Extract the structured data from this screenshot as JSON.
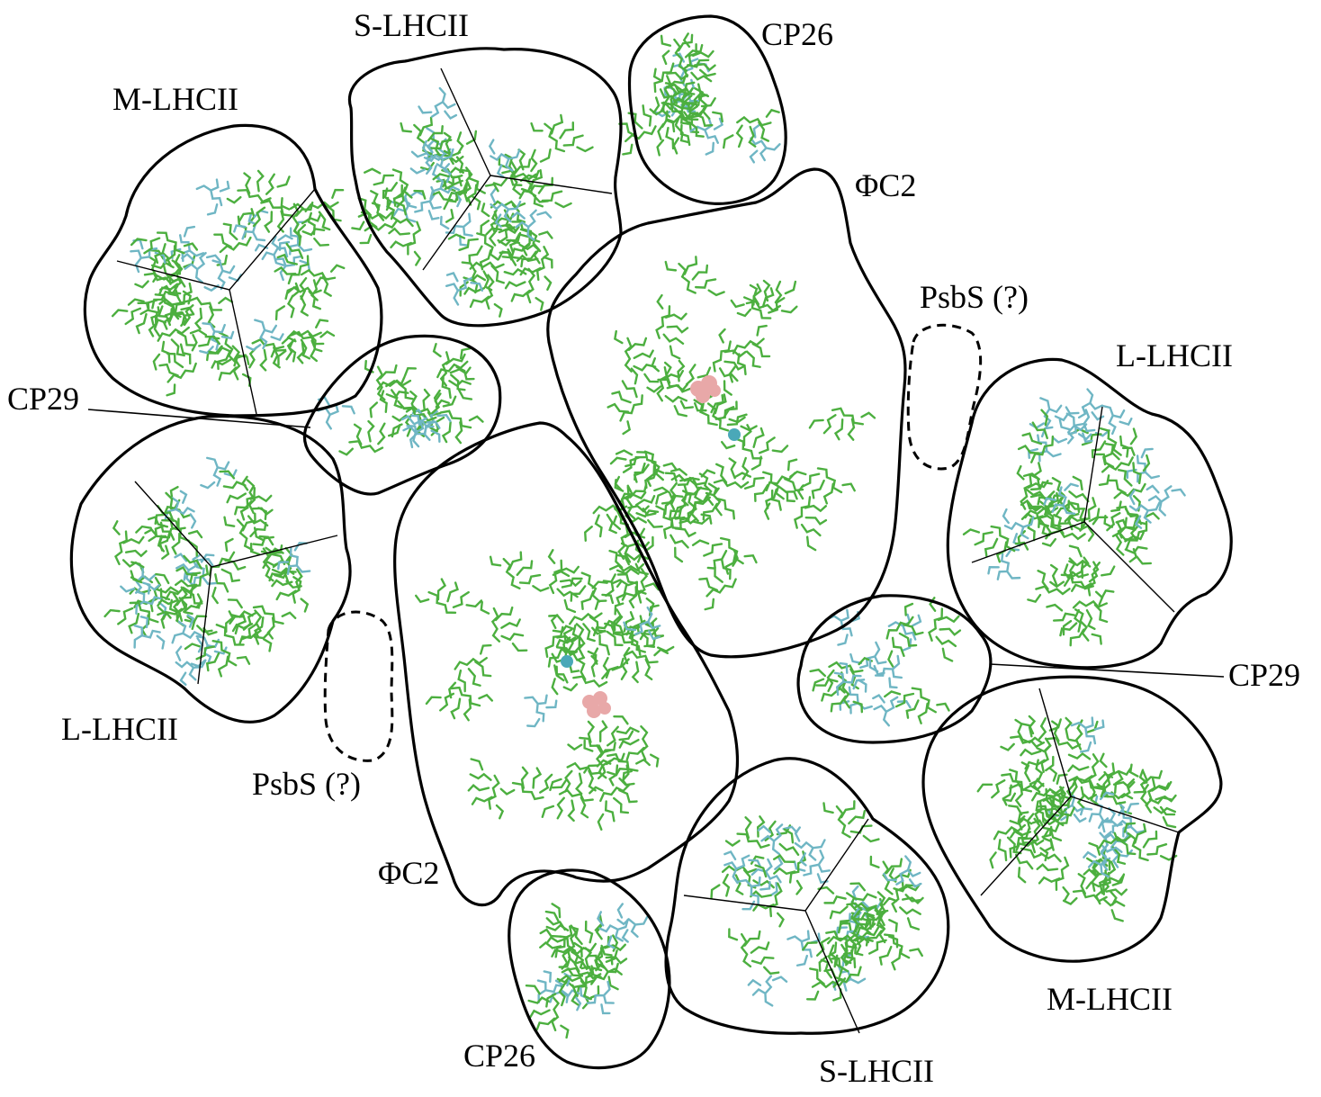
{
  "labels": {
    "s_lhcii_top": "S-LHCII",
    "cp26_top": "CP26",
    "m_lhcii_left": "M-LHCII",
    "phic2_top": "ΦC2",
    "psbs_right": "PsbS (?)",
    "l_lhcii_right": "L-LHCII",
    "cp29_left": "CP29",
    "l_lhcii_left": "L-LHCII",
    "psbs_left": "PsbS (?)",
    "cp29_right": "CP29",
    "phic2_bottom": "ΦC2",
    "m_lhcii_right": "M-LHCII",
    "cp26_bottom": "CP26",
    "s_lhcii_bottom": "S-LHCII"
  },
  "colors": {
    "background": "#ffffff",
    "outline": "#000000",
    "chlorophyll_green": "#4caf3f",
    "carotenoid_cyan": "#6fb6c4",
    "reaction_center_pink": "#e8a8a8",
    "metal_cyan": "#4aa8b8"
  },
  "icons": {
    "molecule_fill": "pigment-cluster-icon",
    "reaction_center": "sphere-cluster-icon"
  }
}
